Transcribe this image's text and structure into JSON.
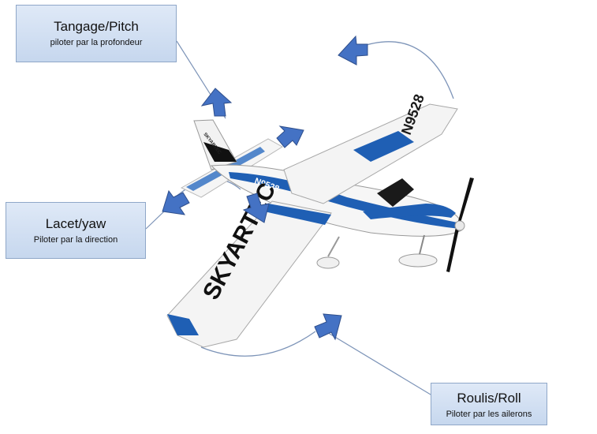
{
  "labels": {
    "pitch": {
      "title": "Tangage/Pitch",
      "subtitle": "piloter par la profondeur"
    },
    "yaw": {
      "title": "Lacet/yaw",
      "subtitle": "Piloter par la direction"
    },
    "roll": {
      "title": "Roulis/Roll",
      "subtitle": "Piloter par les ailerons"
    }
  },
  "aircraft": {
    "wing_brand": "SKYARTEC",
    "registration": "N9528",
    "tail_text": "SKYARTEC"
  },
  "colors": {
    "label_fill": "#c6d7ee",
    "label_border": "#8fa7c8",
    "arrow_blue": "#4472c4",
    "plane_stripe": "#1f5fb4",
    "plane_body": "#f4f4f4"
  },
  "icons": [
    "rotation-arrow-icon",
    "direction-arrow-icon"
  ]
}
